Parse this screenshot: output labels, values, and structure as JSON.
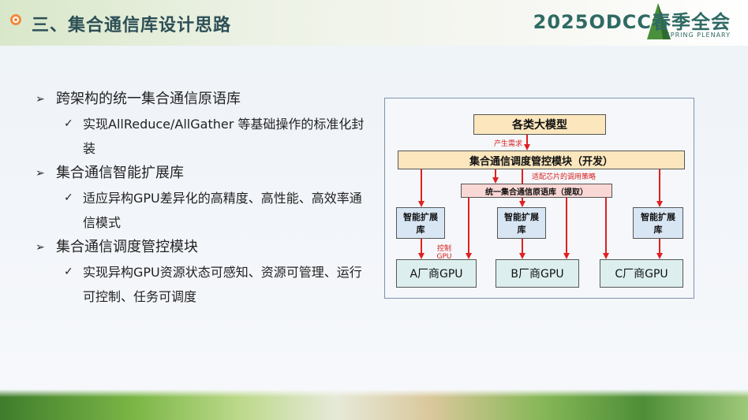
{
  "header": {
    "title": "三、集合通信库设计思路",
    "logo_main": "2025ODCC春季全会",
    "logo_sub": "SPRING PLENARY"
  },
  "bullets": [
    {
      "mark": "➢",
      "text": "跨架构的统一集合通信原语库",
      "sub": [
        {
          "mark": "✓",
          "text": "实现AllReduce/AllGather 等基础操作的标准化封装"
        }
      ]
    },
    {
      "mark": "➢",
      "text": "集合通信智能扩展库",
      "sub": [
        {
          "mark": "✓",
          "text": "适应异构GPU差异化的高精度、高性能、高效率通信模式"
        }
      ]
    },
    {
      "mark": "➢",
      "text": "集合通信调度管控模块",
      "sub": [
        {
          "mark": "✓",
          "text": "实现异构GPU资源状态可感知、资源可管理、运行可控制、任务可调度"
        }
      ]
    }
  ],
  "diagram": {
    "models": "各类大模型",
    "demand": "产生需求",
    "scheduler": "集合通信调度管控模块（开发）",
    "adapt": "适配芯片的调用策略",
    "primitives": "统一集合通信原语库（提取）",
    "ext_a": "智能扩展库",
    "ext_b": "智能扩展库",
    "ext_c": "智能扩展库",
    "control": "控制GPU",
    "gpu_a": "A厂商GPU",
    "gpu_b": "B厂商GPU",
    "gpu_c": "C厂商GPU"
  },
  "colors": {
    "accent_orange": "#f08a3c",
    "title_color": "#2d4f56",
    "arrow_red": "#e02020"
  }
}
